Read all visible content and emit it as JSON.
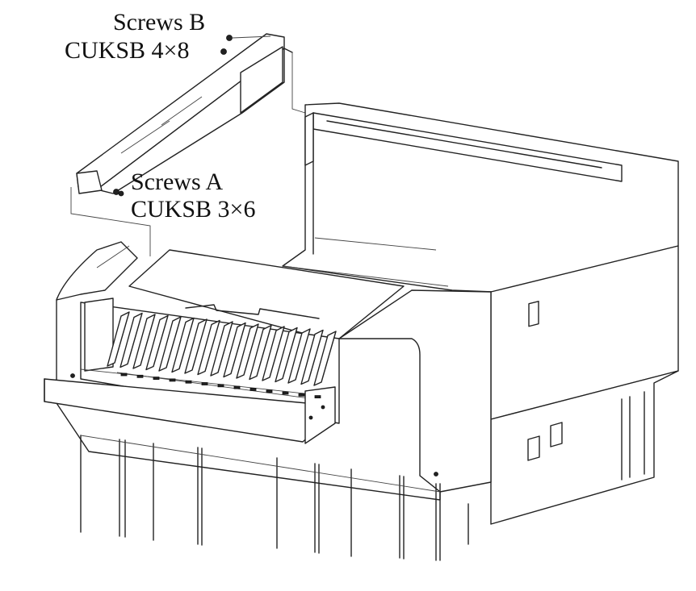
{
  "labels": {
    "screws_b_title": "Screws B",
    "screws_b_spec": "CUKSB 4×8",
    "screws_a_title": "Screws A",
    "screws_a_spec": "CUKSB 3×6"
  },
  "colors": {
    "line": "#222222",
    "background": "#ffffff"
  },
  "icons": {
    "screw": "screw-icon"
  }
}
